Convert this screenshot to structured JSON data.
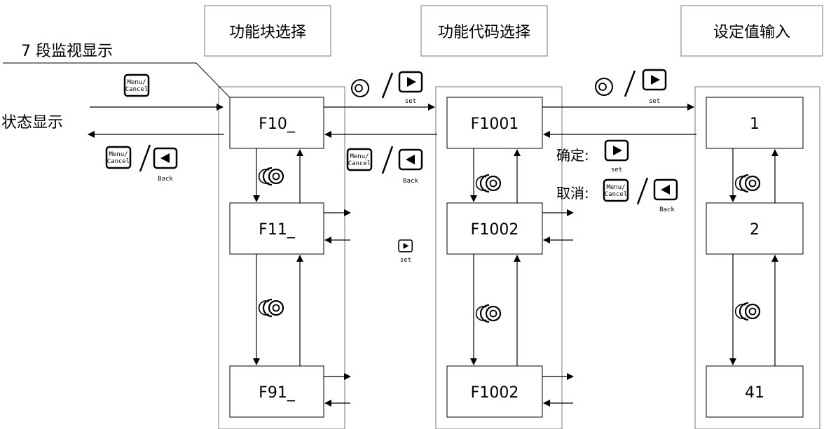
{
  "headers": {
    "block_select": "功能块选择",
    "code_select": "功能代码选择",
    "value_input": "设定值输入"
  },
  "labels": {
    "seg_monitor": "7 段监视显示",
    "status_display": "状态显示",
    "confirm": "确定:",
    "cancel": "取消:"
  },
  "keys": {
    "menu_line1": "Menu/",
    "menu_line2": "Cancel",
    "set": "set",
    "back": "Back"
  },
  "blocks": [
    "F10_",
    "F11_",
    "F91_"
  ],
  "codes": [
    "F1001",
    "F1002",
    "F1002"
  ],
  "values": [
    "1",
    "2",
    "41"
  ],
  "icons": {
    "knob": "rotary-knob-icon",
    "set_key": "set-right-arrow-key-icon",
    "back_key": "back-left-arrow-key-icon",
    "menu_key": "menu-cancel-key-icon"
  }
}
